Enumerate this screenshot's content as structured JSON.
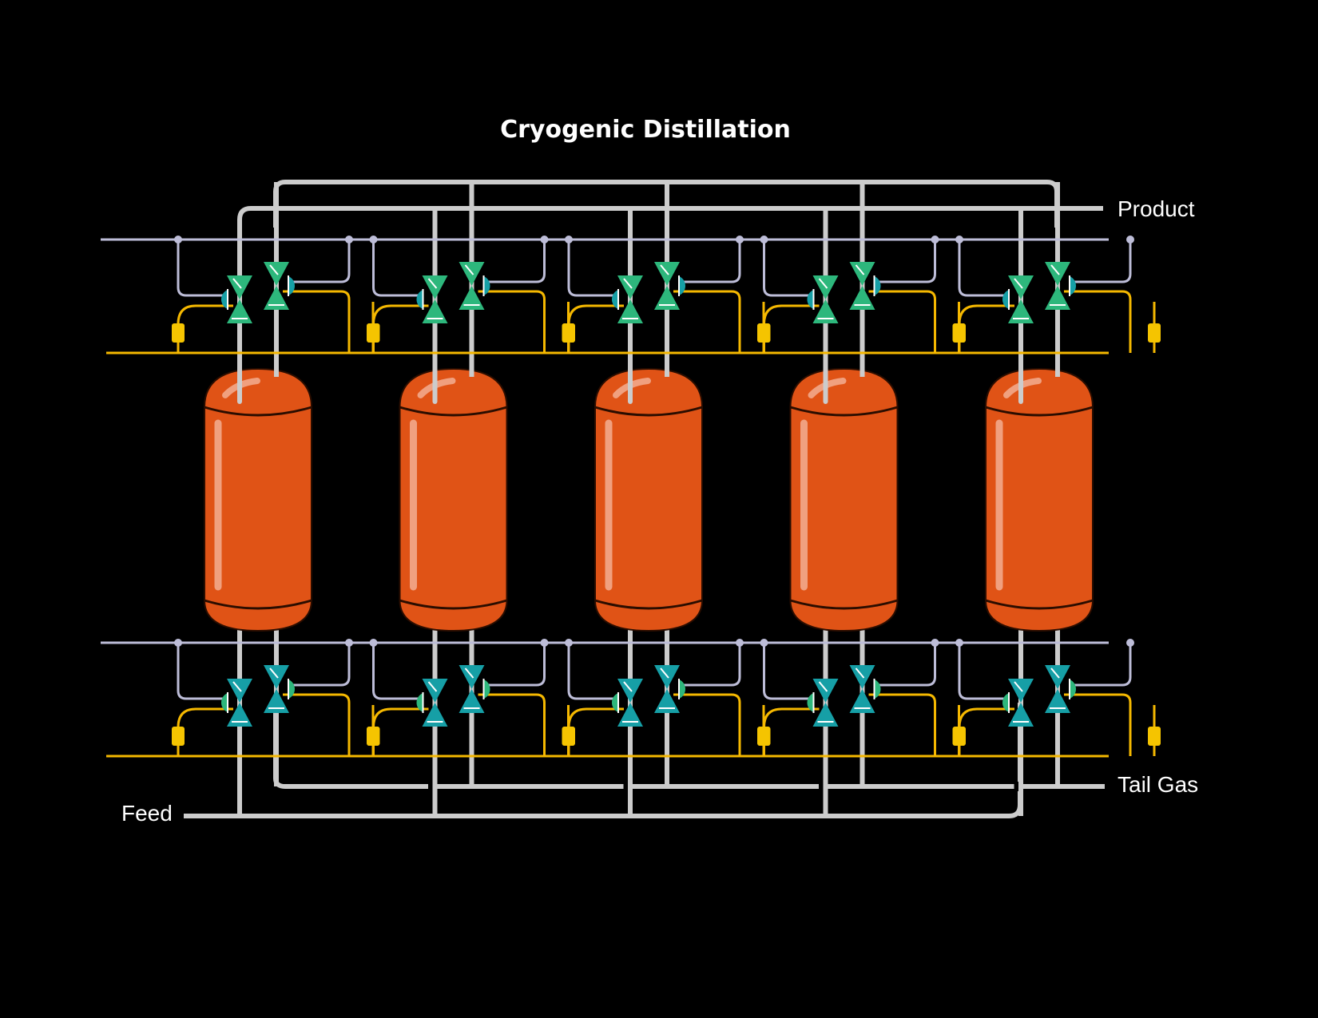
{
  "title": "Cryogenic Distillation",
  "labels": {
    "product": "Product",
    "tail_gas": "Tail Gas",
    "feed": "Feed"
  },
  "vessel_count": 5,
  "colors": {
    "background": "#000000",
    "vessel": "#e05316",
    "vessel_highlight": "#f0a07f",
    "process_pipe": "#cccccc",
    "instrument_line": "#bdbdd8",
    "signal_line": "#f5b800",
    "actuator": "#f5c400",
    "valve_green": "#2db77c",
    "valve_teal": "#169fa6"
  }
}
